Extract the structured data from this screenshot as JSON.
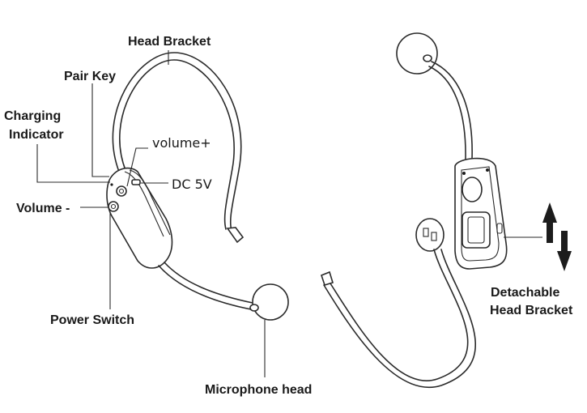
{
  "labels": {
    "head_bracket": "Head Bracket",
    "pair_key": "Pair Key",
    "charging_indicator_line1": "Charging",
    "charging_indicator_line2": "Indicator",
    "volume_plus": "volume+",
    "dc_5v": "DC 5V",
    "volume_minus": "Volume -",
    "power_switch": "Power Switch",
    "microphone_head": "Microphone head",
    "detachable_line1": "Detachable",
    "detachable_line2": "Head Bracket"
  },
  "icons": {
    "detach_arrows": "up-down-arrows-icon"
  },
  "colors": {
    "line": "#2a2a2a",
    "text": "#1a1a1a",
    "background": "#ffffff"
  }
}
